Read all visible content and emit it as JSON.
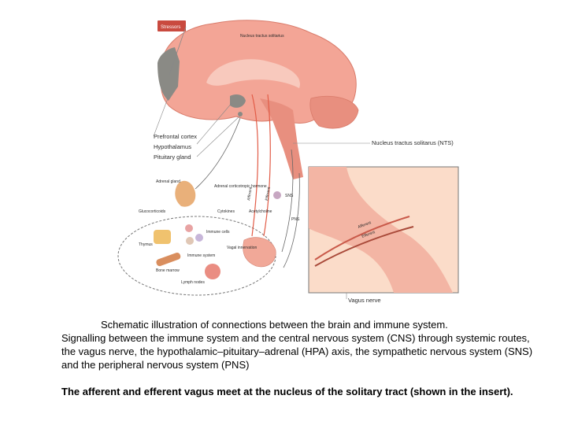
{
  "figure": {
    "stressors": "Stressors",
    "nts_insert": "Nucleus tractus solitarius",
    "prefrontal": "Prefrontal cortex",
    "hypothalamus": "Hypothalamus",
    "pituitary": "Pituitary gland",
    "nts": "Nucleus tractus solitarus (NTS)",
    "vagus": "Vagus nerve",
    "adrenal": "Adrenal gland",
    "acth": "Adrenal corticotropic hormone",
    "afferent": "Afferent",
    "efferent": "Efferent",
    "sns": "SNS",
    "pns": "PNS",
    "glucocorticoids": "Glucocorticoids",
    "cytokines": "Cytokines",
    "acetylcholine": "Acetylcholine",
    "immune_cells": "Immune cells",
    "vagal_innervation": "Vagal innervation",
    "thymus": "Thymus",
    "immune_system": "Immune system",
    "bone_marrow": "Bone marrow",
    "lymph_nodes": "Lymph nodes",
    "insert_afferent": "Afferent",
    "insert_efferent": "Efferent"
  },
  "caption": {
    "line1": "Schematic illustration of connections between the brain and immune system.",
    "rest": "Signalling between the immune system and the central nervous system (CNS) through systemic routes, the vagus nerve, the hypothalamic–pituitary–adrenal (HPA) axis, the sympathetic nervous system (SNS) and the peripheral nervous system (PNS)",
    "bold": "The afferent and efferent vagus meet at the nucleus of the solitary tract (shown in the insert)."
  },
  "colors": {
    "brain": "#f3a596",
    "brain_light": "#f8c9bd",
    "brainstem": "#e88f7f",
    "grey_region": "#8a8a85",
    "insert_bg": "#fbdcc9",
    "stressors_bg": "#c94a3f",
    "line": "#555555"
  }
}
